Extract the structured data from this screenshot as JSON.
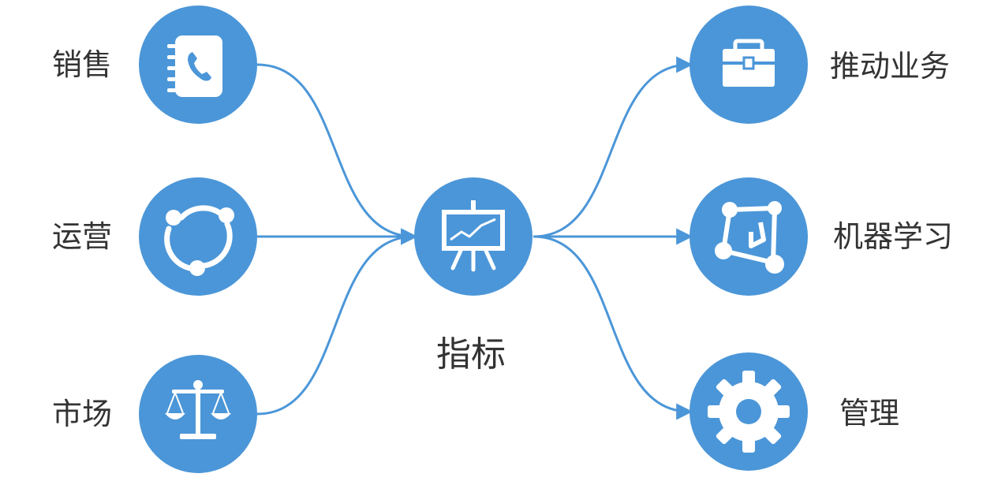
{
  "colors": {
    "node": "#4b96d8",
    "icon": "#ffffff",
    "edge": "#4b96d8",
    "text": "#333333"
  },
  "inputs": [
    {
      "label": "销售",
      "icon": "address-book-phone-icon"
    },
    {
      "label": "运营",
      "icon": "cycle-nodes-icon"
    },
    {
      "label": "市场",
      "icon": "balance-scale-icon"
    }
  ],
  "center": {
    "label": "指标",
    "icon": "presentation-chart-board-icon"
  },
  "outputs": [
    {
      "label": "推动业务",
      "icon": "briefcase-icon"
    },
    {
      "label": "机器学习",
      "icon": "node-graph-icon"
    },
    {
      "label": "管理",
      "icon": "gear-icon"
    }
  ]
}
